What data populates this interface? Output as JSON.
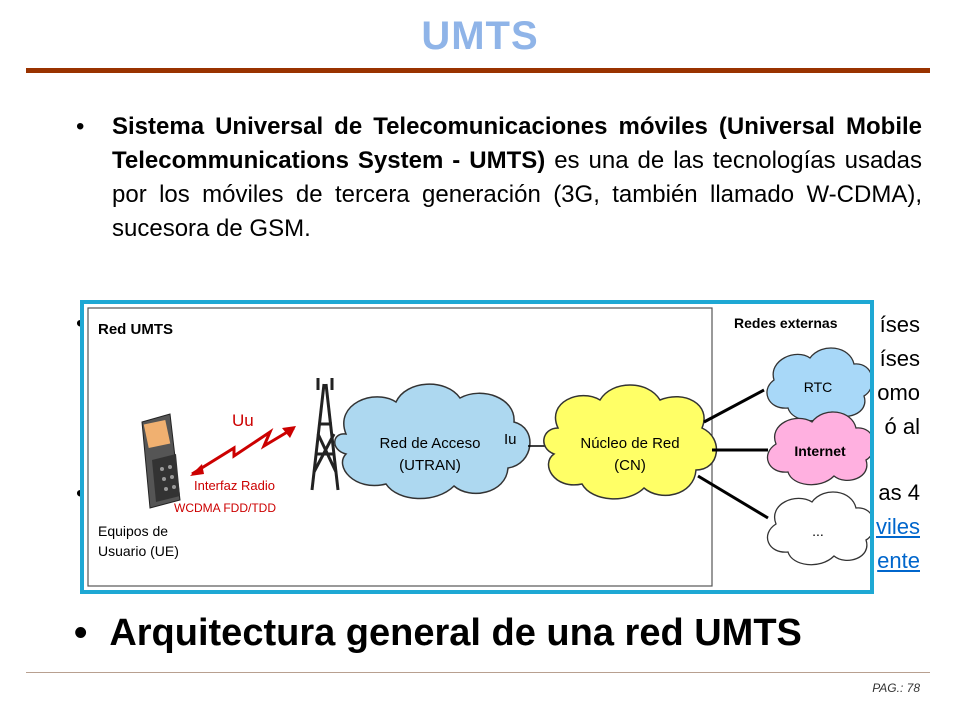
{
  "title": "UMTS",
  "bullet1": {
    "bold_text": "Sistema Universal de Telecomunicaciones móviles (Universal Mobile Telecommunications System - UMTS)",
    "rest_text": " es una de las tecnologías usadas por los móviles de tercera generación (3G, también llamado W-CDMA), sucesora de GSM."
  },
  "hidden_fragments": {
    "line1": "íses",
    "line2": "íses",
    "line3": "omo",
    "line4": "ó al",
    "line5": "as 4",
    "link1": "viles",
    "link2": "ente"
  },
  "diagram": {
    "network_label": "Red UMTS",
    "external_label": "Redes externas",
    "uu_label": "Uu",
    "radio_label": "Interfaz Radio",
    "wcdma_label": "WCDMA FDD/TDD",
    "ue_label_line1": "Equipos de",
    "ue_label_line2": "Usuario (UE)",
    "access_line1": "Red de Acceso",
    "access_line2": "(UTRAN)",
    "iu_label": "Iu",
    "core_line1": "Núcleo de Red",
    "core_line2": "(CN)",
    "rtc_label": "RTC",
    "internet_label": "Internet",
    "other_label": "...",
    "colors": {
      "access_cloud": "#add8f0",
      "core_cloud": "#ffff66",
      "rtc_cloud": "#a8d8f8",
      "internet_cloud": "#ffb0e0",
      "other_cloud": "#ffffff",
      "radio_text": "#cc0000",
      "frame": "#1ea8d4"
    }
  },
  "bullet3": "Arquitectura general de una red UMTS",
  "page_number": "PAG.: 78"
}
